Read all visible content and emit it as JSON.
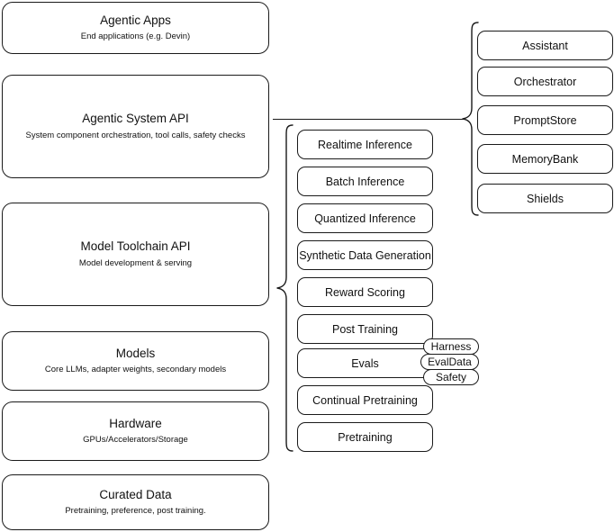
{
  "diagram": {
    "title": "AI stack layered architecture diagram",
    "line_color": "#1a1a1a",
    "background": "#ffffff",
    "layers": [
      {
        "title": "Agentic Apps",
        "subtitle": "End applications (e.g. Devin)"
      },
      {
        "title": "Agentic System API",
        "subtitle": "System component orchestration, tool calls, safety checks"
      },
      {
        "title": "Model Toolchain API",
        "subtitle": "Model development & serving"
      },
      {
        "title": "Models",
        "subtitle": "Core LLMs, adapter weights, secondary models"
      },
      {
        "title": "Hardware",
        "subtitle": "GPUs/Accelerators/Storage"
      },
      {
        "title": "Curated Data",
        "subtitle": "Pretraining, preference, post training."
      }
    ],
    "toolchain_components": [
      {
        "label": "Realtime Inference"
      },
      {
        "label": "Batch Inference"
      },
      {
        "label": "Quantized Inference"
      },
      {
        "label": "Synthetic Data Generation"
      },
      {
        "label": "Reward Scoring"
      },
      {
        "label": "Post Training"
      },
      {
        "label": "Evals"
      },
      {
        "label": "Continual Pretraining"
      },
      {
        "label": "Pretraining"
      }
    ],
    "agentic_components": [
      {
        "label": "Assistant"
      },
      {
        "label": "Orchestrator"
      },
      {
        "label": "PromptStore"
      },
      {
        "label": "MemoryBank"
      },
      {
        "label": "Shields"
      }
    ],
    "evals_tags": [
      {
        "label": "Harness"
      },
      {
        "label": "EvalData"
      },
      {
        "label": "Safety"
      }
    ]
  }
}
